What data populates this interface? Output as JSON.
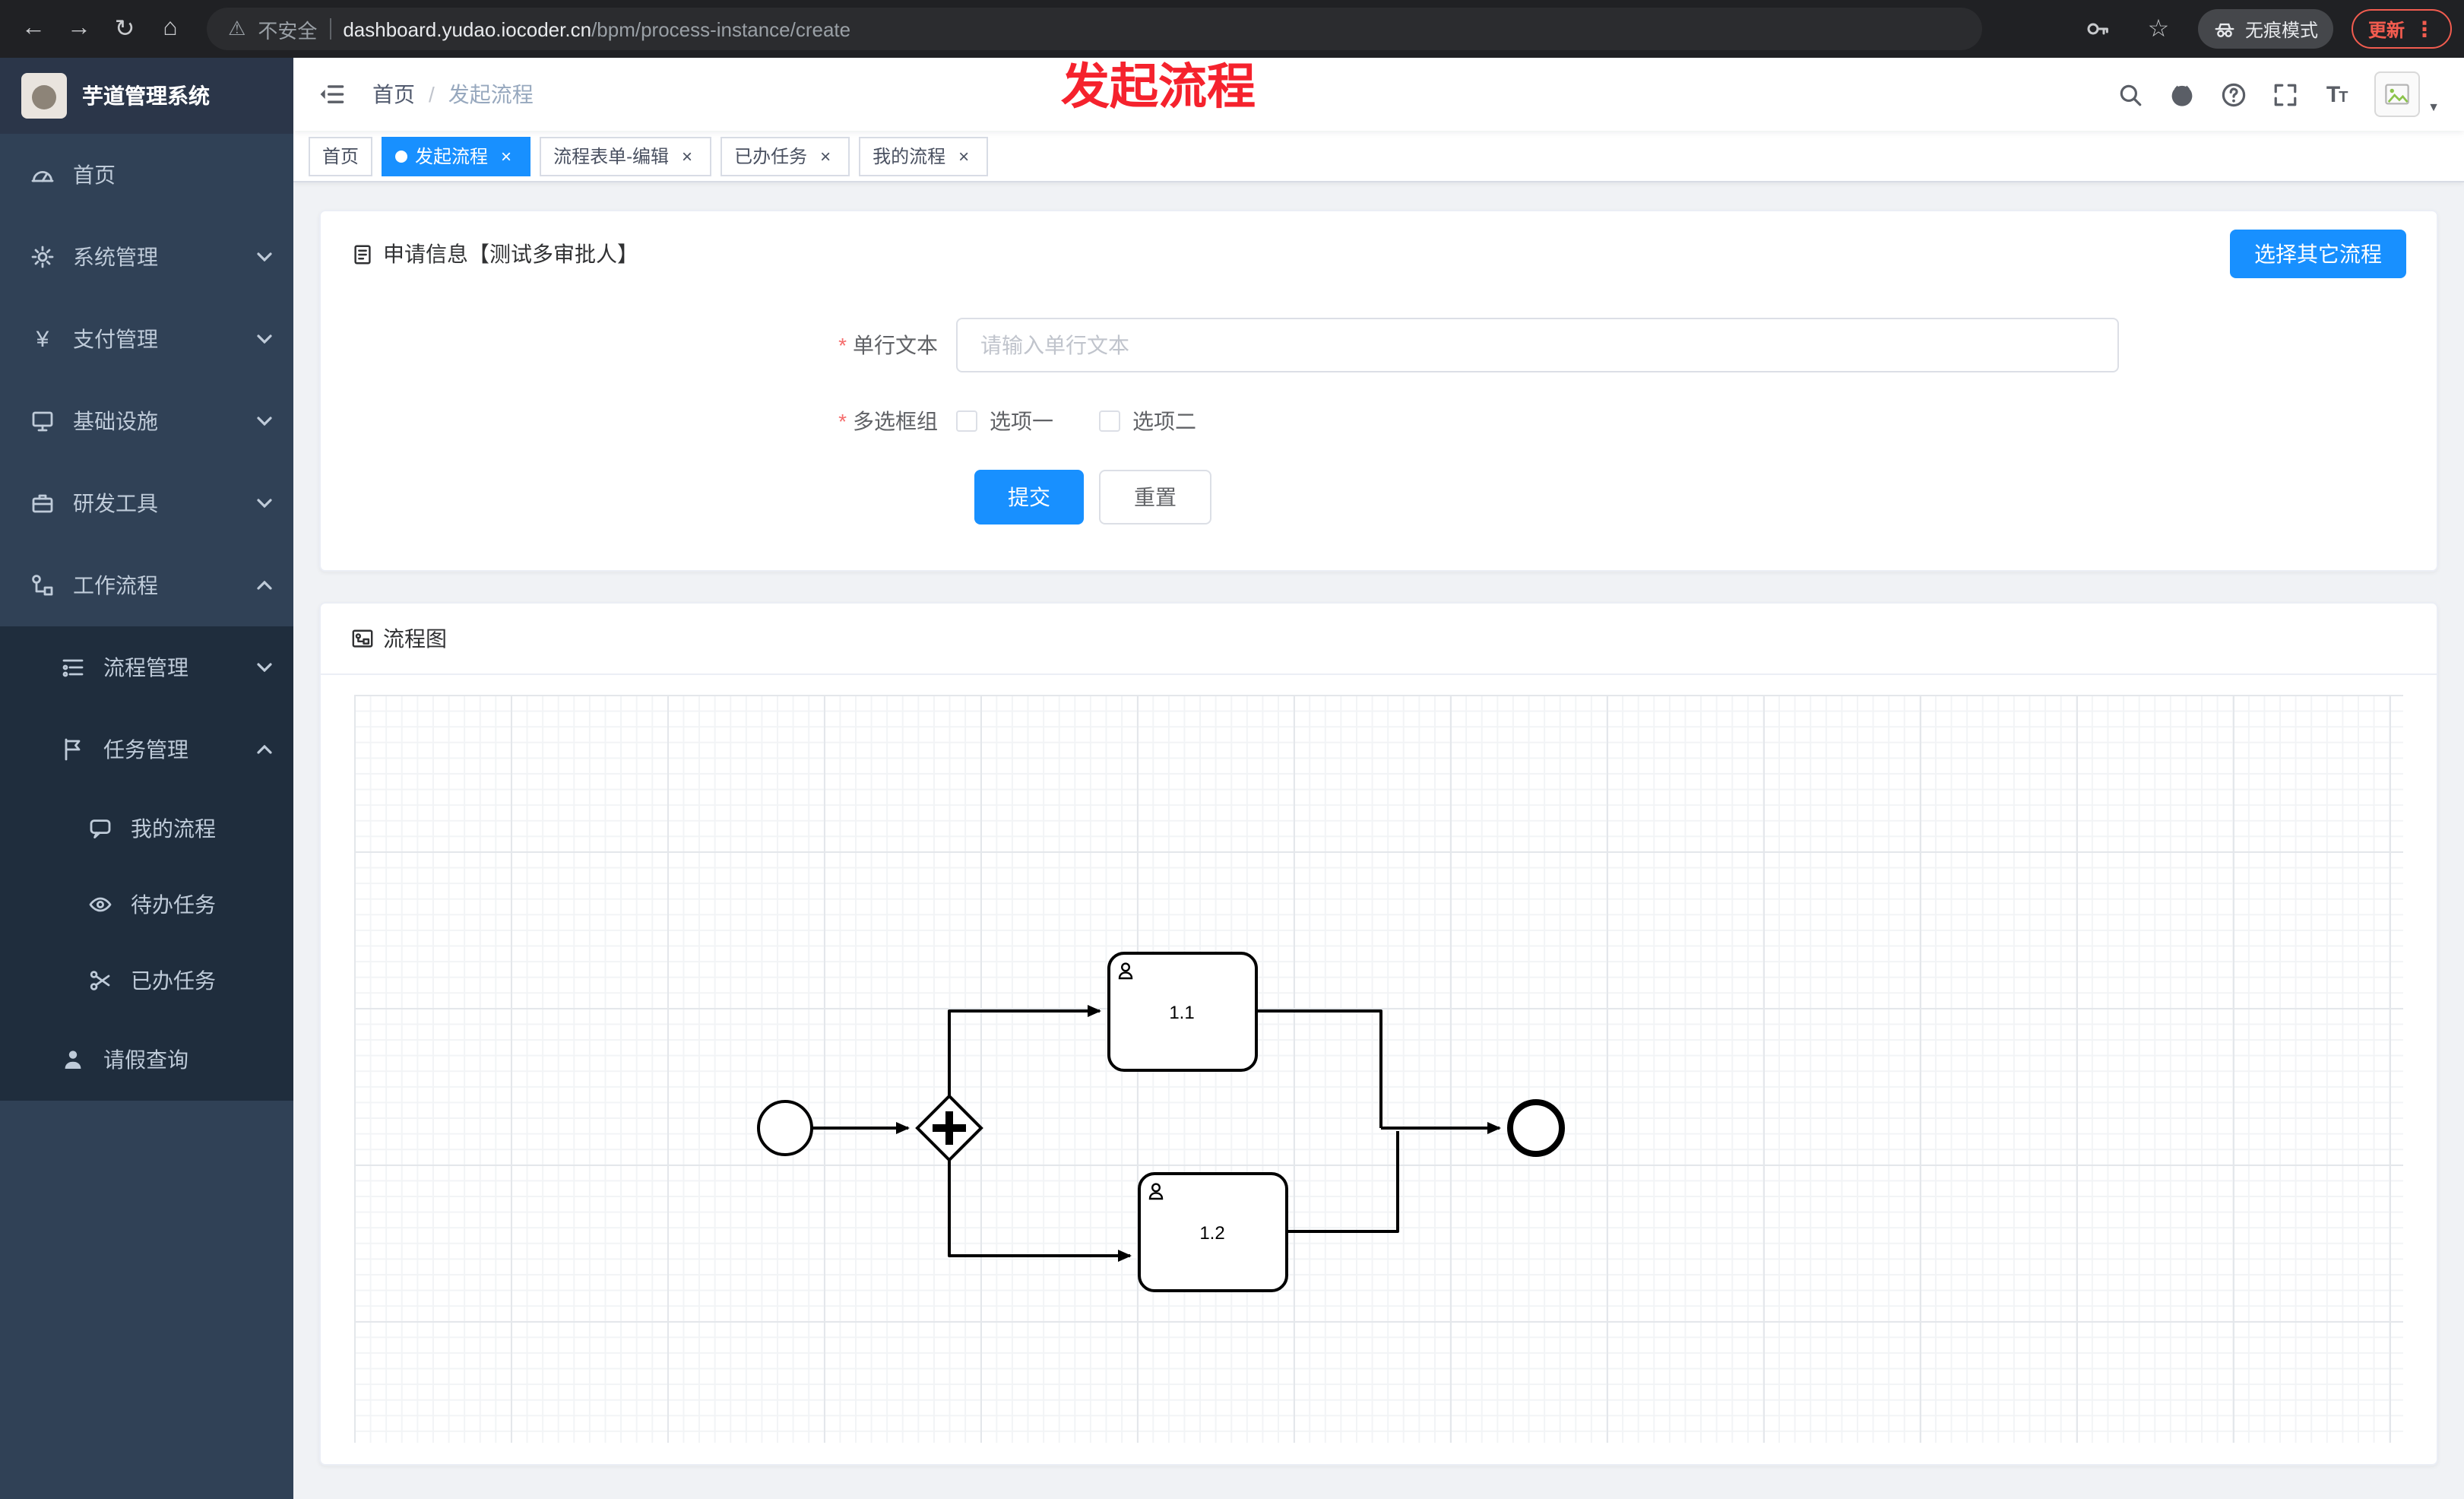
{
  "colors": {
    "accent": "#1890ff",
    "annotation": "#f5222d",
    "danger": "#f56c6c",
    "update": "#f25c4f",
    "sidebar": "#304156",
    "submenu": "#1f2d3d"
  },
  "annotation": {
    "title": "发起流程"
  },
  "browser": {
    "security_label": "不安全",
    "url_host": "dashboard.yudao.iocoder.cn",
    "url_path": "/bpm/process-instance/create",
    "incognito_label": "无痕模式",
    "update_label": "更新"
  },
  "sidebar": {
    "logo_title": "芋道管理系统",
    "items": [
      {
        "label": "首页"
      },
      {
        "label": "系统管理"
      },
      {
        "label": "支付管理"
      },
      {
        "label": "基础设施"
      },
      {
        "label": "研发工具"
      },
      {
        "label": "工作流程"
      },
      {
        "label": "流程管理"
      },
      {
        "label": "任务管理"
      },
      {
        "label": "我的流程"
      },
      {
        "label": "待办任务"
      },
      {
        "label": "已办任务"
      },
      {
        "label": "请假查询"
      }
    ]
  },
  "header": {
    "breadcrumb": [
      "首页",
      "发起流程"
    ]
  },
  "tabs": {
    "items": [
      {
        "label": "首页"
      },
      {
        "label": "发起流程"
      },
      {
        "label": "流程表单-编辑"
      },
      {
        "label": "已办任务"
      },
      {
        "label": "我的流程"
      }
    ]
  },
  "form_card": {
    "title": "申请信息【测试多审批人】",
    "choose_button": "选择其它流程",
    "required_mark": "*",
    "fields": [
      {
        "label": "单行文本",
        "placeholder": "请输入单行文本"
      },
      {
        "label": "多选框组",
        "options": [
          "选项一",
          "选项二"
        ]
      }
    ],
    "submit_label": "提交",
    "reset_label": "重置"
  },
  "diagram_card": {
    "title": "流程图",
    "tasks": [
      {
        "label": "1.1"
      },
      {
        "label": "1.2"
      }
    ]
  }
}
